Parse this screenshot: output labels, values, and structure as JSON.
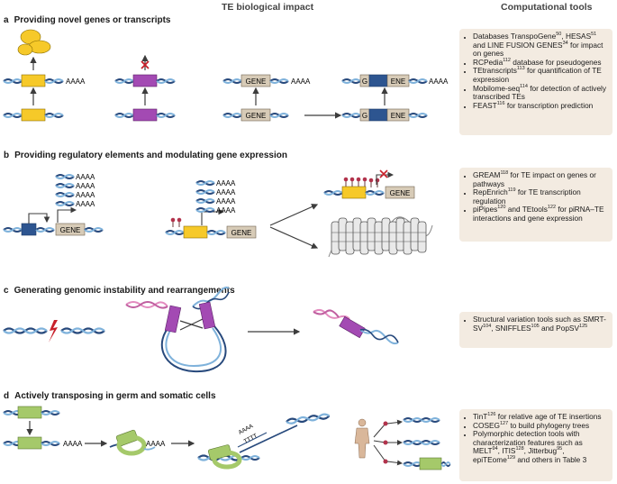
{
  "headers": {
    "impact": "TE biological impact",
    "tools": "Computational tools"
  },
  "sections": [
    {
      "letter": "a",
      "title": "Providing novel genes or transcripts"
    },
    {
      "letter": "b",
      "title": "Providing regulatory elements and modulating gene expression"
    },
    {
      "letter": "c",
      "title": "Generating genomic instability and rearrangements"
    },
    {
      "letter": "d",
      "title": "Actively transposing in germ and somatic cells"
    }
  ],
  "labels": {
    "aaaa": "AAAA",
    "gene": "GENE",
    "g": "G",
    "ene": "ENE",
    "tttt": "TTTT"
  },
  "tools": {
    "a": [
      {
        "pre": "Databases TranspoGene",
        "s1": "50",
        ", ": "",
        "mid": ", HESAS",
        "s2": "51",
        " ": "",
        "post": " and LINE FUSION GENES",
        "s3": "34",
        "end": " for impact on genes"
      },
      {
        "pre": "RCPedia",
        "s1": "112",
        "end": " database for pseudogenes"
      },
      {
        "pre": "TEtranscripts",
        "s1": "113",
        "end": " for quantification of TE expression"
      },
      {
        "pre": "Mobilome-seq",
        "s1": "114",
        "end": " for detection of actively transcribed TEs"
      },
      {
        "pre": "FEAST",
        "s1": "116",
        "end": " for transcription prediction"
      }
    ],
    "b": [
      {
        "pre": "GREAM",
        "s1": "118",
        "end": " for TE impact on genes or pathways"
      },
      {
        "pre": "RepEnrich",
        "s1": "119",
        "end": " for TE transcription regulation"
      },
      {
        "pre": "piPipes",
        "s1": "120",
        "mid": " and TEtools",
        "s2": "122",
        "end": " for piRNA–TE interactions and gene expression"
      }
    ],
    "c": [
      {
        "pre": "Structural variation tools such as SMRT-SV",
        "s1": "104",
        ", ": "",
        "mid": ", SNIFFLES",
        "s2": "105",
        "end": " and PopSV",
        "s3": "125",
        "tail": ""
      }
    ],
    "d": [
      {
        "pre": "TinT",
        "s1": "126",
        "end": " for relative age of TE insertions"
      },
      {
        "pre": "COSEG",
        "s1": "127",
        "end": " to build phylogeny trees"
      },
      {
        "pre": "Polymorphic detection tools with characterization features such as MELT",
        "s1": "94",
        ", ": "",
        "mid": ", ITIS",
        "s2": "128",
        "post": ", Jitterbug",
        "s3": "95",
        "end": ", epiTEome",
        "s4": "129",
        "tail": " and others in Table 3"
      }
    ]
  },
  "colors": {
    "te_yellow": "#f6c929",
    "te_purple": "#a34ab3",
    "te_green": "#a5c96a",
    "gene_box": "#d7cbb7",
    "dna_dark": "#27497c",
    "dna_light": "#7fb2db",
    "dna_pink": "#e38bbf",
    "methyl": "#b2334c",
    "tool_bg": "#f3ebe1",
    "arrow": "#3c3c3c"
  },
  "icons": [
    "lightning-break-icon",
    "human-figure-icon",
    "red-x-icon",
    "methyl-lollipop-icon"
  ]
}
